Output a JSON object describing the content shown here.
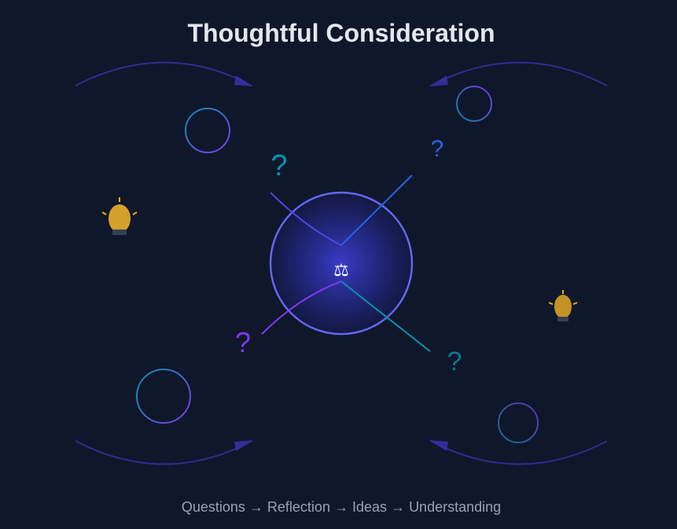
{
  "title": "Thoughtful Consideration",
  "center_icon": "⚖",
  "question_mark": "?",
  "footer": {
    "step1": "Questions",
    "step2": "Reflection",
    "step3": "Ideas",
    "step4": "Understanding",
    "arrow": "→"
  },
  "colors": {
    "background": "#0f172a",
    "accent_indigo": "#6366f1",
    "accent_cyan": "#0891b2",
    "accent_violet": "#7c3aed",
    "bulb": "#d4a12a",
    "arc": "#3730a3",
    "text_muted": "#94a3b8"
  },
  "icons": [
    "balance-scale-icon",
    "lightbulb-icon",
    "question-mark-icon",
    "circular-arrow-icon"
  ]
}
